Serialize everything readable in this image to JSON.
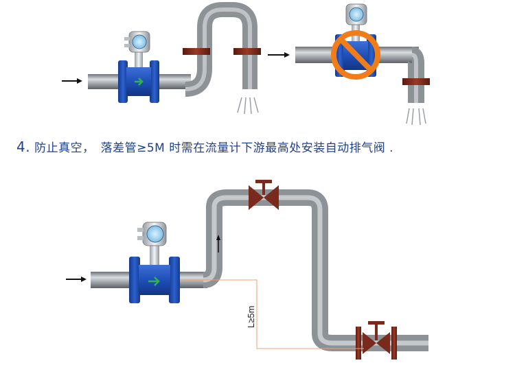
{
  "caption": {
    "number": "4.",
    "text": "防止真空，　落差管≥5M 时需在流量计下游最高处安装自动排气阀 ."
  },
  "dimension_label": "L≥5m",
  "icons": {
    "flow_arrow": "right-arrow-icon",
    "prohibited": "no-sign-icon",
    "valve": "gate-valve-icon",
    "water_jet": "water-discharge-icon"
  },
  "colors": {
    "pipe": "#9a9ea3",
    "meter_body": "#1f4fb8",
    "flange": "#7a2a1c",
    "prohibit": "#f07d1a",
    "caption": "#1f3f8f",
    "dimension_line": "#f0a070"
  }
}
